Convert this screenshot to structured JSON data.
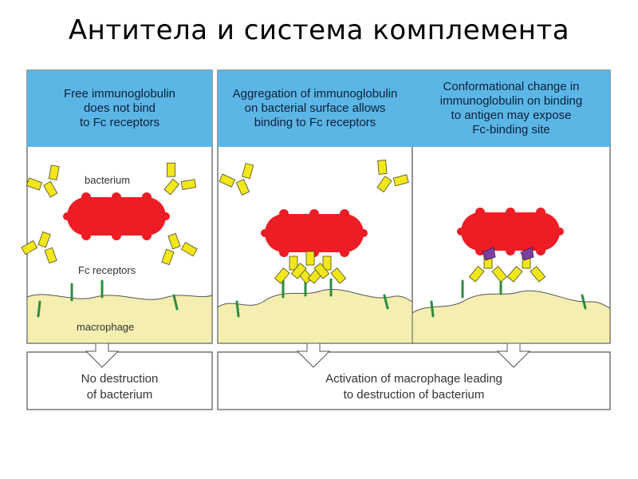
{
  "title": "Антитела и система комплемента",
  "panels": [
    {
      "header": "Free  immunoglobulin\ndoes  not  bind\nto  Fc  receptors"
    },
    {
      "header": "Aggregation of immunoglobulin\non bacterial surface allows\nbinding to Fc receptors"
    },
    {
      "header": "Conformational change in\nimmunoglobulin on binding\nto antigen may expose\nFc-binding site"
    }
  ],
  "labels": {
    "bacterium": "bacterium",
    "fc_receptors": "Fc  receptors",
    "macrophage": "macrophage"
  },
  "outcomes": {
    "left": "No  destruction\nof  bacterium",
    "right": "Activation  of  macrophage  leading\nto  destruction  of  bacterium"
  },
  "colors": {
    "header_bg": "#5bb6e6",
    "bacterium": "#ee1c24",
    "antibody": "#f3e61a",
    "antibody_exposed": "#7b3fa0",
    "macrophage": "#f4eeb0",
    "receptor": "#2e8b3e",
    "border": "#555555"
  }
}
